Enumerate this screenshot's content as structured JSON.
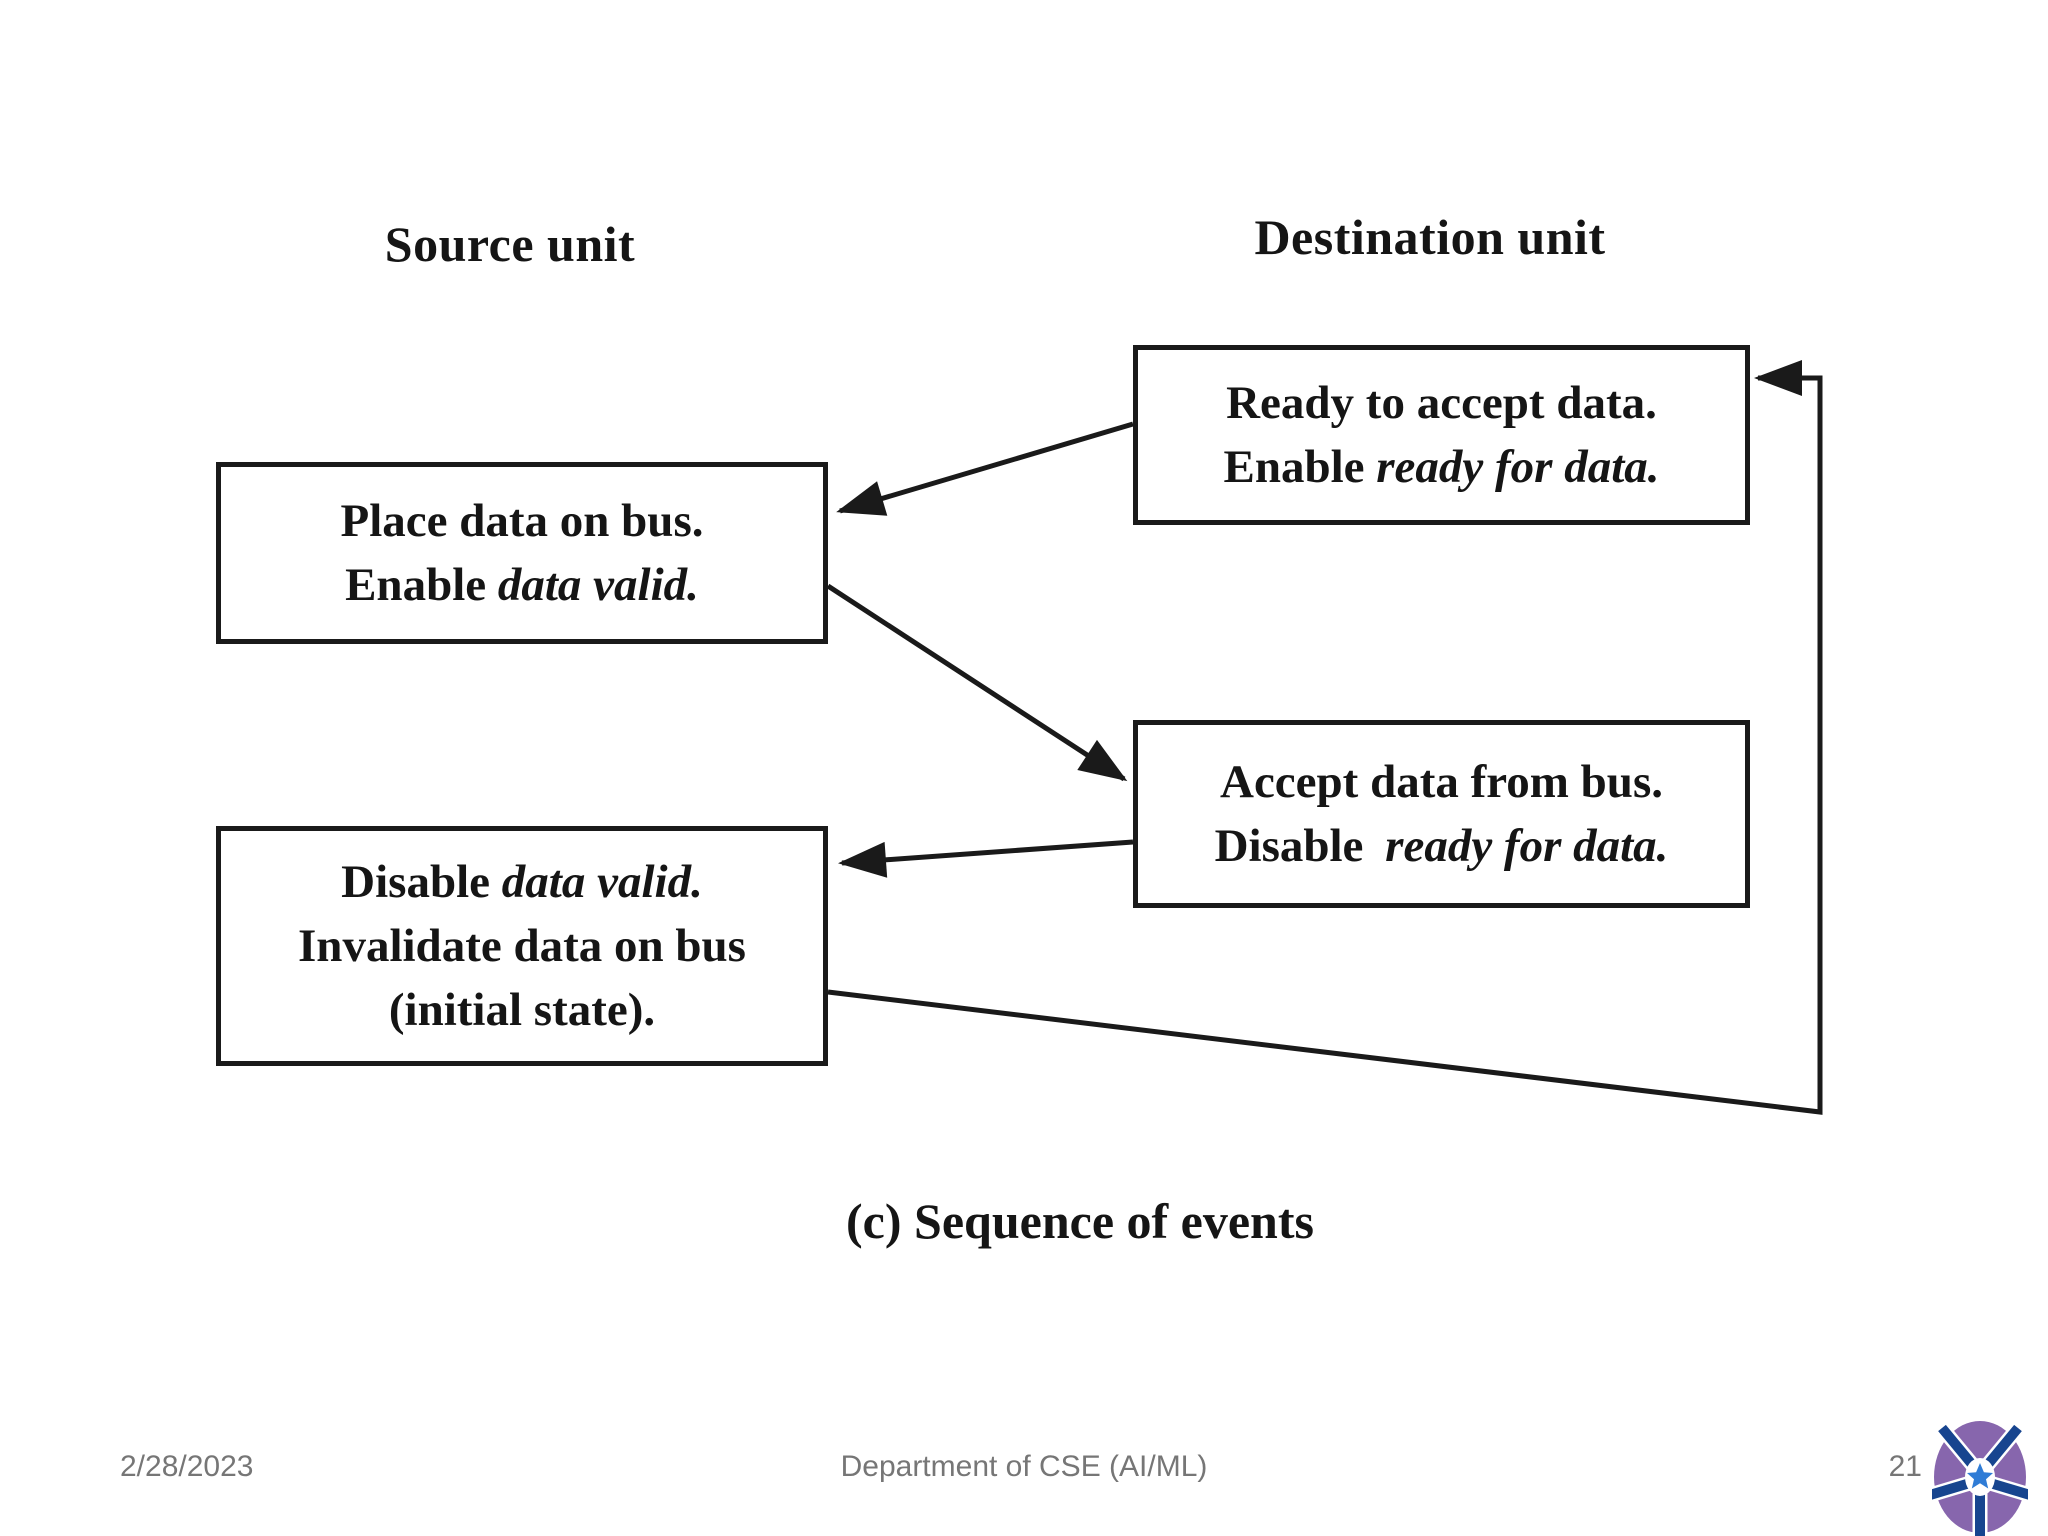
{
  "column_labels": {
    "source": "Source unit",
    "destination": "Destination unit"
  },
  "boxes": {
    "ready": {
      "line1": "Ready to accept data.",
      "line2_regular": "Enable ",
      "line2_italic": "ready for data."
    },
    "place": {
      "line1": "Place data on bus.",
      "line2_regular": "Enable ",
      "line2_italic": "data valid."
    },
    "accept": {
      "line1": "Accept data from bus.",
      "line2_regular": "Disable ",
      "line2_italic": "ready for data."
    },
    "disable": {
      "line1_regular": "Disable ",
      "line1_italic": "data valid.",
      "line2": "Invalidate data on bus",
      "line3": "(initial state)."
    }
  },
  "caption": "(c) Sequence of events",
  "footer": {
    "date": "2/28/2023",
    "department": "Department of CSE (AI/ML)",
    "page_number": "21"
  },
  "logo": {
    "petal_color": "#8766AD",
    "spoke_color": "#17458F",
    "star_color": "#2F7CD6"
  },
  "colors": {
    "background": "#FFFFFF",
    "diagram_ink": "#1A1A1A",
    "footer_text": "#767676"
  }
}
